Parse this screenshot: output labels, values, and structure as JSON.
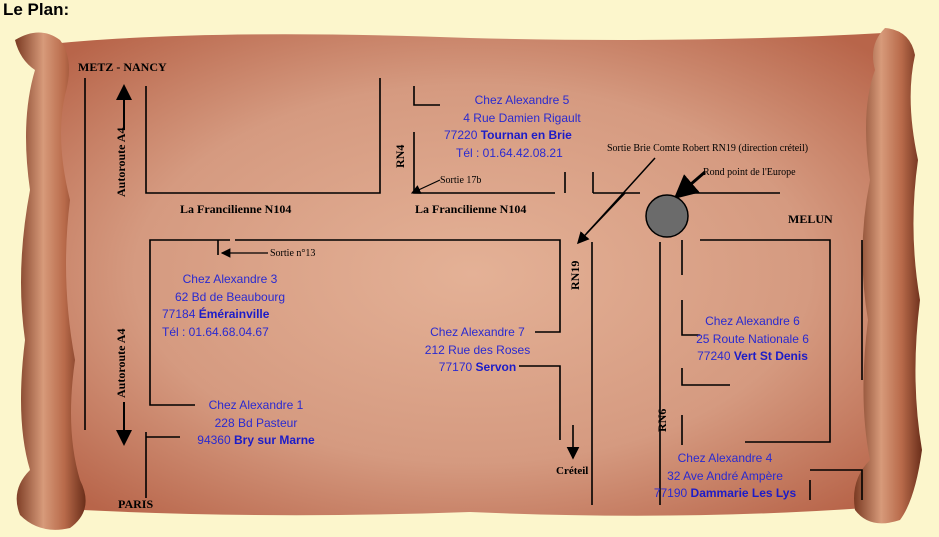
{
  "title": "Le Plan:",
  "colors": {
    "parchment": "#d7a080",
    "ink": "#000000",
    "shop_text": "#2a2ad0",
    "roundabout": "#6b6b6b"
  },
  "places": {
    "metz_nancy": "METZ - NANCY",
    "paris": "PARIS",
    "melun": "MELUN",
    "creteil": "Créteil"
  },
  "roads": {
    "a4_top": "Autoroute A4",
    "a4_bottom": "Autoroute A4",
    "francilienne_left": "La Francilienne N104",
    "francilienne_right": "La Francilienne N104",
    "rn4": "RN4",
    "rn19": "RN19",
    "rn6": "RN6"
  },
  "annotations": {
    "sortie_17b": "Sortie 17b",
    "sortie_13": "Sortie n°13",
    "sortie_brie": "Sortie Brie Comte Robert RN19 (direction créteil)",
    "rond_point": "Rond point de l'Europe"
  },
  "shops": {
    "s5": {
      "name": "Chez Alexandre 5",
      "street": "4 Rue Damien Rigault",
      "zip": "77220",
      "city": "Tournan en Brie",
      "tel": "Tél : 01.64.42.08.21"
    },
    "s3": {
      "name": "Chez Alexandre 3",
      "street": "62 Bd de Beaubourg",
      "zip": "77184",
      "city": "Émérainville",
      "tel": "Tél : 01.64.68.04.67"
    },
    "s1": {
      "name": "Chez Alexandre 1",
      "street": "228 Bd Pasteur",
      "zip": "94360",
      "city": "Bry sur Marne"
    },
    "s7": {
      "name": "Chez Alexandre 7",
      "street": "212 Rue des Roses",
      "zip": "77170",
      "city": "Servon"
    },
    "s6": {
      "name": "Chez Alexandre 6",
      "street": "25 Route Nationale 6",
      "zip": "77240",
      "city": "Vert St Denis"
    },
    "s4": {
      "name": "Chez Alexandre 4",
      "street": "32 Ave André Ampère",
      "zip": "77190",
      "city": "Dammarie Les Lys"
    }
  }
}
